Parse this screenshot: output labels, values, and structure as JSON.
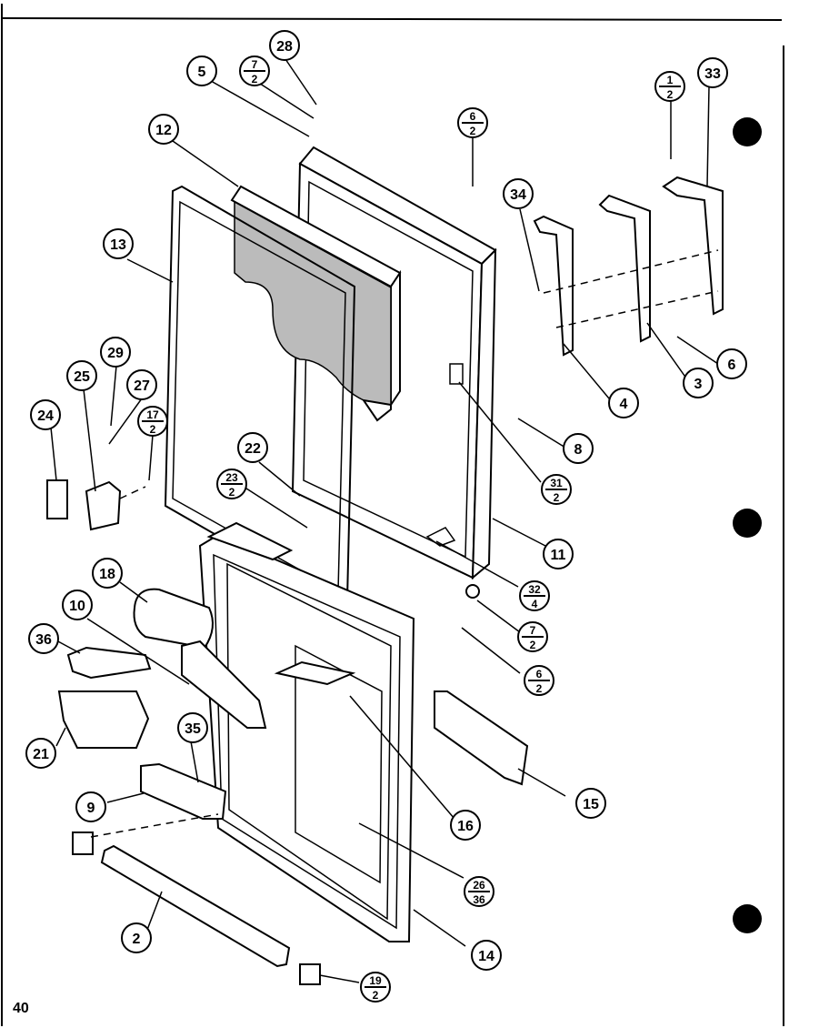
{
  "page_number": "40",
  "callouts": [
    {
      "id": "c28",
      "label": "28"
    },
    {
      "id": "c5",
      "label": "5"
    },
    {
      "id": "c7_2a",
      "top": "7",
      "bottom": "2"
    },
    {
      "id": "c6_2a",
      "top": "6",
      "bottom": "2"
    },
    {
      "id": "c1_2",
      "top": "1",
      "bottom": "2"
    },
    {
      "id": "c33",
      "label": "33"
    },
    {
      "id": "c12",
      "label": "12"
    },
    {
      "id": "c34",
      "label": "34"
    },
    {
      "id": "c13",
      "label": "13"
    },
    {
      "id": "c29",
      "label": "29"
    },
    {
      "id": "c25",
      "label": "25"
    },
    {
      "id": "c27",
      "label": "27"
    },
    {
      "id": "c24",
      "label": "24"
    },
    {
      "id": "c17_2",
      "top": "17",
      "bottom": "2"
    },
    {
      "id": "c6",
      "label": "6"
    },
    {
      "id": "c3",
      "label": "3"
    },
    {
      "id": "c4",
      "label": "4"
    },
    {
      "id": "c8",
      "label": "8"
    },
    {
      "id": "c22",
      "label": "22"
    },
    {
      "id": "c23_2",
      "top": "23",
      "bottom": "2"
    },
    {
      "id": "c31_2",
      "top": "31",
      "bottom": "2"
    },
    {
      "id": "c11",
      "label": "11"
    },
    {
      "id": "c32_4",
      "top": "32",
      "bottom": "4"
    },
    {
      "id": "c18",
      "label": "18"
    },
    {
      "id": "c10",
      "label": "10"
    },
    {
      "id": "c7_2b",
      "top": "7",
      "bottom": "2"
    },
    {
      "id": "c36",
      "label": "36"
    },
    {
      "id": "c6_2b",
      "top": "6",
      "bottom": "2"
    },
    {
      "id": "c35",
      "label": "35"
    },
    {
      "id": "c21",
      "label": "21"
    },
    {
      "id": "c15",
      "label": "15"
    },
    {
      "id": "c9",
      "label": "9"
    },
    {
      "id": "c16",
      "label": "16"
    },
    {
      "id": "c26_36",
      "top": "26",
      "bottom": "36"
    },
    {
      "id": "c2",
      "label": "2"
    },
    {
      "id": "c14",
      "label": "14"
    },
    {
      "id": "c19_2",
      "top": "19",
      "bottom": "2"
    }
  ]
}
